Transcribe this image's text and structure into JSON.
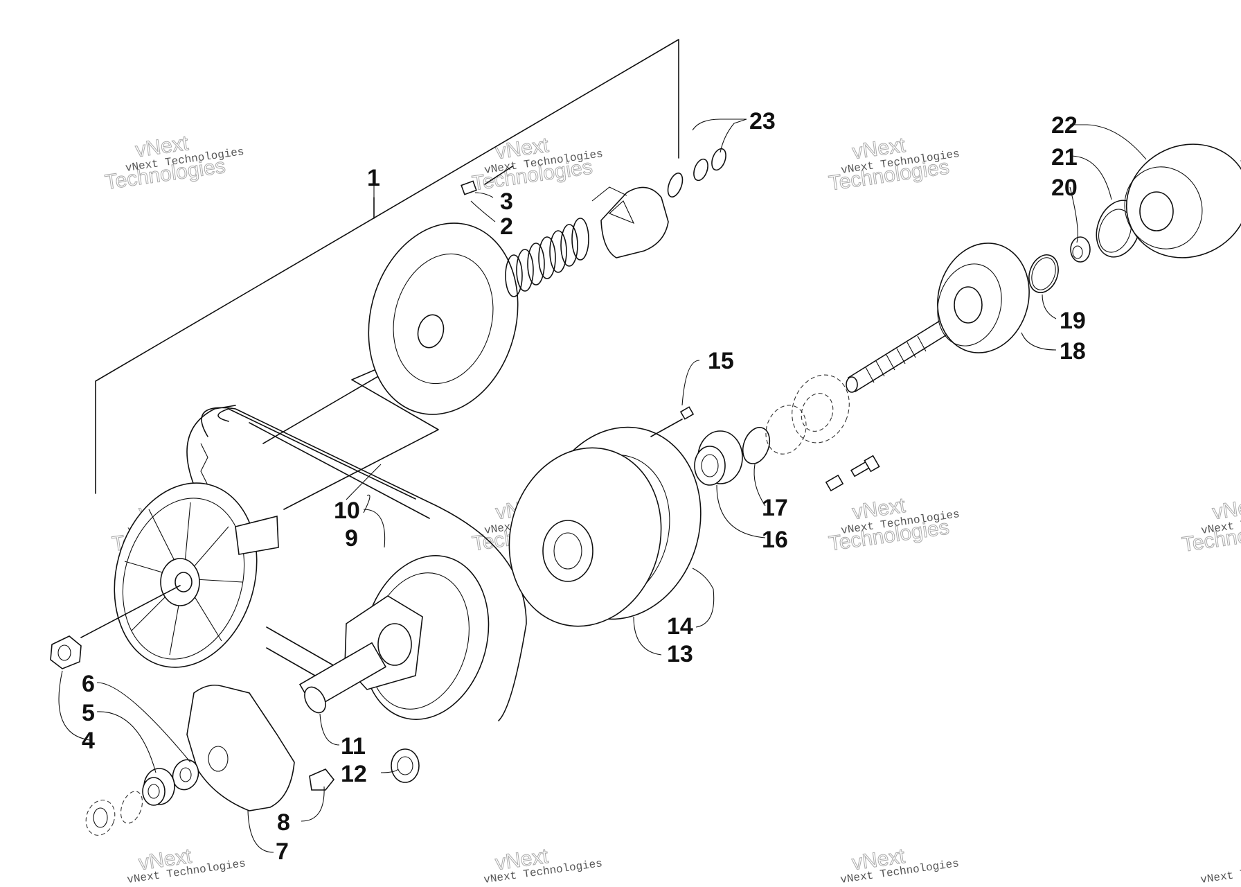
{
  "diagram": {
    "callouts": [
      "1",
      "2",
      "3",
      "4",
      "5",
      "6",
      "7",
      "8",
      "9",
      "10",
      "11",
      "12",
      "13",
      "14",
      "15",
      "16",
      "17",
      "18",
      "19",
      "20",
      "21",
      "22",
      "23"
    ],
    "watermark": {
      "small": "vNext Technologies",
      "large_1": "vNext",
      "large_2": "Technologies"
    }
  }
}
